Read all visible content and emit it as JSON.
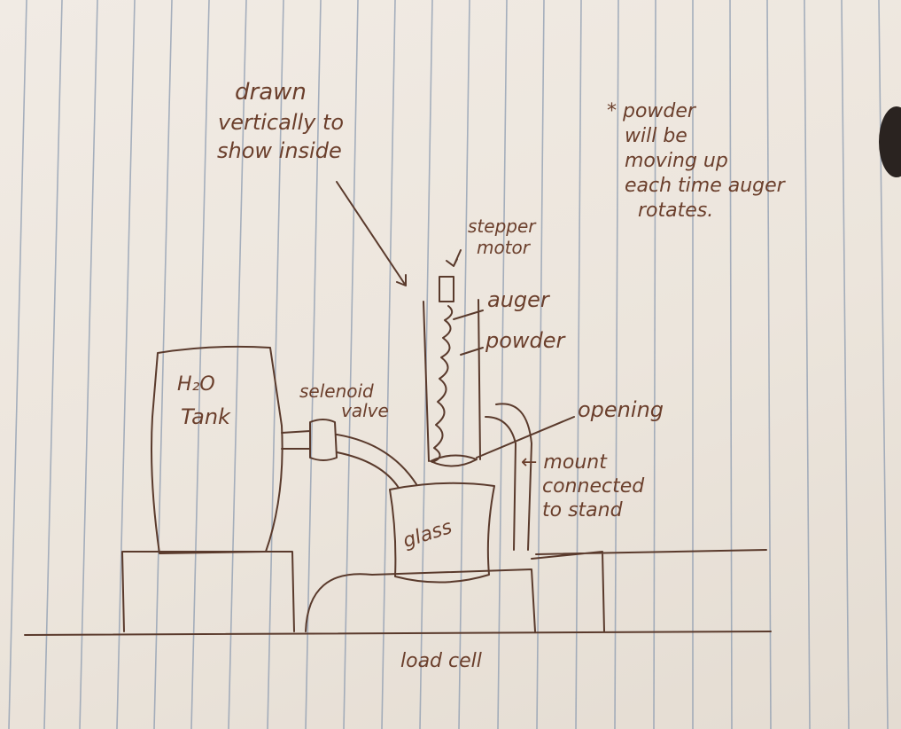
{
  "labels": {
    "drawn_vertically_1": "drawn",
    "drawn_vertically_2": "vertically to",
    "drawn_vertically_3": "show inside",
    "powder_note_1": "* powder",
    "powder_note_2": "will be",
    "powder_note_3": "moving up",
    "powder_note_4": "each time auger",
    "powder_note_5": "rotates.",
    "stepper_motor_1": "stepper",
    "stepper_motor_2": "motor",
    "auger": "auger",
    "powder": "powder",
    "h2o": "H₂O",
    "tank": "Tank",
    "solenoid_1": "selenoid",
    "solenoid_2": "valve",
    "opening": "opening",
    "mount_1": "← mount",
    "mount_2": "connected",
    "mount_3": "to stand",
    "glass": "glass",
    "load_cell": "load cell"
  },
  "colors": {
    "paper": "#efe9e2",
    "rule_lines": "#8c9bb0",
    "ink": "#5a3a2c"
  }
}
